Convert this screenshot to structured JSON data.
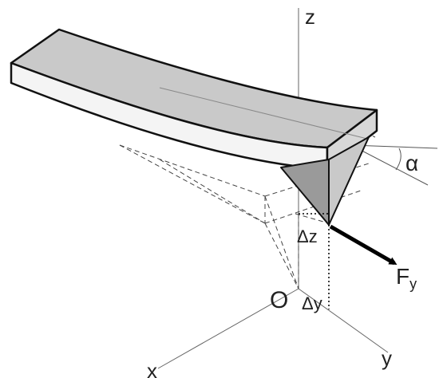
{
  "labels": {
    "z_axis": "z",
    "x_axis": "x",
    "y_axis": "y",
    "origin": "O",
    "alpha": "α",
    "delta_z": "Δz",
    "delta_y": "Δy",
    "force": "F",
    "force_subscript": "y"
  }
}
